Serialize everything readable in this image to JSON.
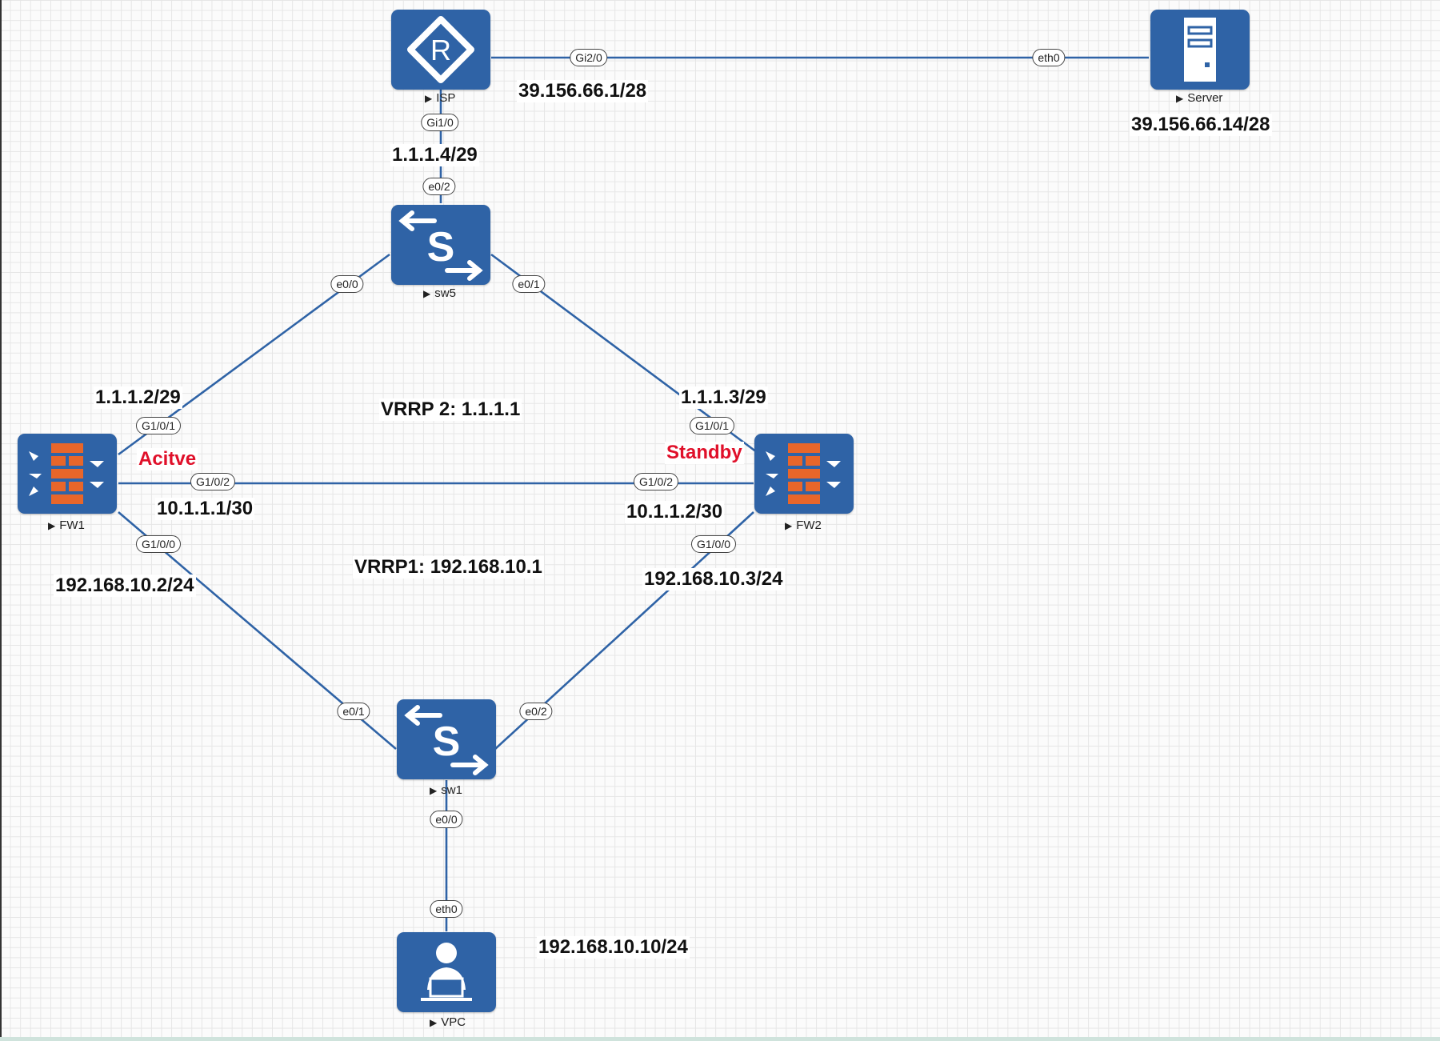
{
  "nodes": {
    "isp": {
      "name": "ISP",
      "icon": "router-icon"
    },
    "server": {
      "name": "Server",
      "icon": "server-icon"
    },
    "sw5": {
      "name": "sw5",
      "icon": "switch-icon"
    },
    "fw1": {
      "name": "FW1",
      "icon": "firewall-icon"
    },
    "fw2": {
      "name": "FW2",
      "icon": "firewall-icon"
    },
    "sw1": {
      "name": "sw1",
      "icon": "switch-icon"
    },
    "vpc": {
      "name": "VPC",
      "icon": "pc-user-icon"
    }
  },
  "ports": {
    "isp_gi20": "Gi2/0",
    "server_eth0": "eth0",
    "isp_gi10": "Gi1/0",
    "sw5_e02": "e0/2",
    "sw5_e00": "e0/0",
    "sw5_e01": "e0/1",
    "fw1_g101": "G1/0/1",
    "fw2_g101": "G1/0/1",
    "fw1_g102": "G1/0/2",
    "fw2_g102": "G1/0/2",
    "fw1_g100": "G1/0/0",
    "fw2_g100": "G1/0/0",
    "sw1_e01": "e0/1",
    "sw1_e02": "e0/2",
    "sw1_e00": "e0/0",
    "vpc_eth0": "eth0"
  },
  "addresses": {
    "isp_outside": "39.156.66.1/28",
    "server": "39.156.66.14/28",
    "isp_inside": "1.1.1.4/29",
    "fw1_up": "1.1.1.2/29",
    "fw2_up": "1.1.1.3/29",
    "fw1_hb": "10.1.1.1/30",
    "fw2_hb": "10.1.1.2/30",
    "fw1_down": "192.168.10.2/24",
    "fw2_down": "192.168.10.3/24",
    "vpc": "192.168.10.10/24"
  },
  "vrrp": {
    "upper": "VRRP 2: 1.1.1.1",
    "lower": "VRRP1: 192.168.10.1"
  },
  "states": {
    "fw1": "Acitve",
    "fw2": "Standby"
  },
  "colors": {
    "node_fill": "#2f63a6",
    "link": "#2f63a6",
    "firewall_brick": "#e8662a",
    "state_text": "#e0102a"
  }
}
